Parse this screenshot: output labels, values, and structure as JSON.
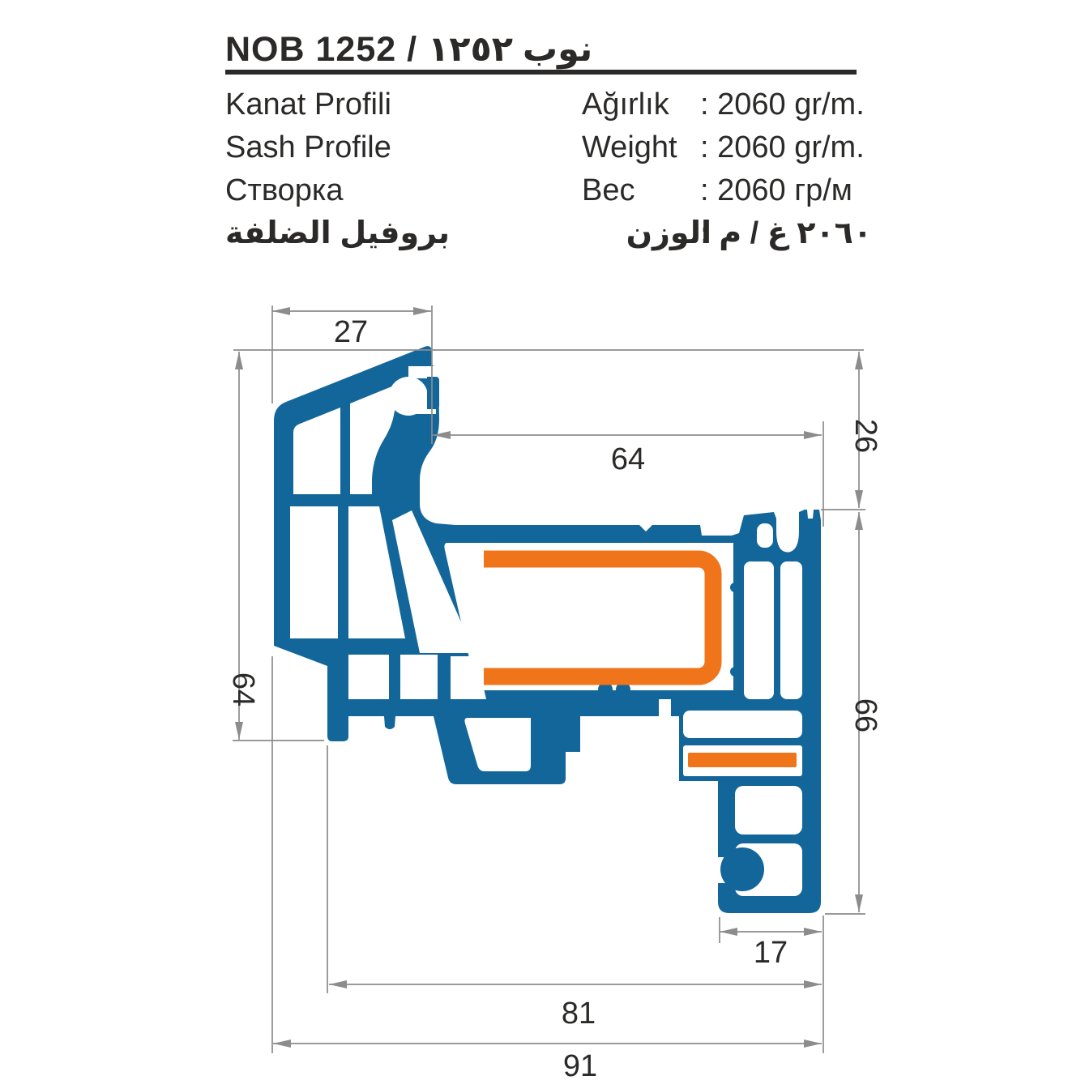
{
  "header": {
    "title": "NOB 1252 / نوب ١٢٥٢",
    "rows": [
      {
        "label": "Kanat Profili",
        "term": "Ağırlık",
        "value": ": 2060 gr/m."
      },
      {
        "label": "Sash Profile",
        "term": "Weight",
        "value": ": 2060 gr/m."
      },
      {
        "label": "Створка",
        "term": "Вес",
        "value": ": 2060 гр/м"
      },
      {
        "label": "بروفيل الضلفة",
        "term": "الوزن",
        "value": ": ٢٠٦٠ غ / م"
      }
    ]
  },
  "drawing": {
    "description": "PVC sash profile cross-section",
    "dimensions": {
      "top_width": "27",
      "upper_width": "64",
      "right_upper_height": "26",
      "left_height": "64",
      "right_lower_height": "66",
      "foot_width": "17",
      "lower_width": "81",
      "total_width": "91"
    },
    "colors": {
      "profile_blue": "#12669a",
      "reinforcement_orange": "#f0741a",
      "dimension_gray": "#8c8c8c",
      "text_black": "#2b2a29",
      "background": "#ffffff"
    }
  }
}
